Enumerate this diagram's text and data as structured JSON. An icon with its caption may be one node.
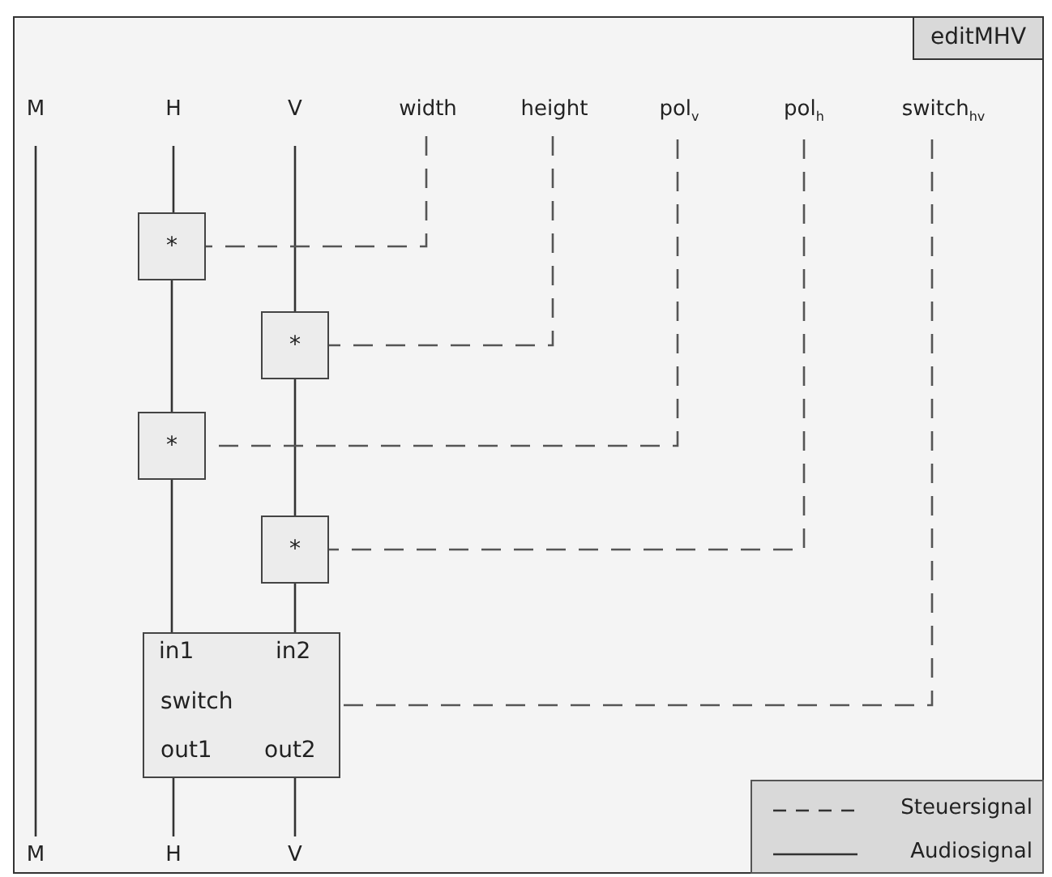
{
  "diagram": {
    "nodes": [
      {
        "text": [
          "M"
        ]
      },
      {
        "text": [
          "H"
        ]
      },
      {
        "text": [
          "V"
        ]
      },
      {
        "text": [
          "width"
        ]
      },
      {
        "text": [
          "height"
        ]
      },
      {
        "text": [
          "pol$_{v}$"
        ]
      },
      {
        "text": [
          "pol$_{h}$"
        ]
      },
      {
        "text": [
          "switch$_{hv}$"
        ]
      },
      {
        "text": [
          "*"
        ]
      },
      {
        "text": [
          "*"
        ]
      },
      {
        "text": [
          "*"
        ]
      },
      {
        "text": [
          "*"
        ]
      },
      {
        "text": [
          "in1",
          "in2",
          "switch",
          "out1",
          "out2"
        ]
      },
      {
        "text": [
          "M"
        ]
      },
      {
        "text": [
          "H"
        ]
      },
      {
        "text": [
          "V"
        ]
      }
    ],
    "edges": [
      {
        "from": 0,
        "to": 13,
        "arrow": "none"
      },
      {
        "from": 1,
        "to": 8,
        "arrow": "none"
      },
      {
        "from": 8,
        "to": 10,
        "arrow": "none"
      },
      {
        "from": 10,
        "to": 12,
        "arrow": "none"
      },
      {
        "from": 12,
        "to": 14,
        "arrow": "none"
      },
      {
        "from": 2,
        "to": 9,
        "arrow": "none"
      },
      {
        "from": 9,
        "to": 11,
        "arrow": "none"
      },
      {
        "from": 11,
        "to": 12,
        "arrow": "none"
      },
      {
        "from": 12,
        "to": 15,
        "arrow": "none"
      },
      {
        "from": 3,
        "to": 8,
        "arrow": "none",
        "style": "dashed"
      },
      {
        "from": 4,
        "to": 9,
        "arrow": "none",
        "style": "dashed"
      },
      {
        "from": 5,
        "to": 10,
        "arrow": "none",
        "style": "dashed"
      },
      {
        "from": 6,
        "to": 11,
        "arrow": "none",
        "style": "dashed"
      },
      {
        "from": 7,
        "to": 12,
        "arrow": "none",
        "style": "dashed"
      }
    ],
    "labels": [
      "editMHV"
    ],
    "legend": [
      {
        "text": "Steuersignal"
      },
      {
        "text": "Audiosignal"
      }
    ]
  }
}
